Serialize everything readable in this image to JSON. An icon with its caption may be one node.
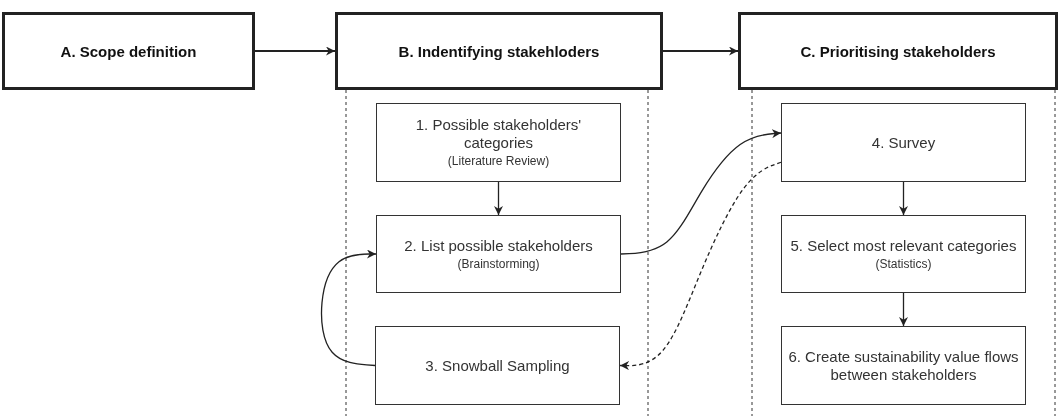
{
  "diagram": {
    "nodes": [
      {
        "text": [
          "A. Scope definition"
        ]
      },
      {
        "text": [
          "B. Indentifying stakehloders"
        ]
      },
      {
        "text": [
          "C. Prioritising stakeholders"
        ]
      },
      {
        "text": [
          "1. Possible stakeholders' categories",
          "(Literature Review)"
        ]
      },
      {
        "text": [
          "2. List possible stakeholders",
          "(Brainstorming)"
        ]
      },
      {
        "text": [
          "3. Snowball Sampling"
        ]
      },
      {
        "text": [
          "4. Survey"
        ]
      },
      {
        "text": [
          "5. Select most relevant categories",
          "(Statistics)"
        ]
      },
      {
        "text": [
          "6. Create sustainability value flows between stakeholders"
        ]
      }
    ],
    "edges": [
      {
        "from": 0,
        "to": 1,
        "arrow": "to"
      },
      {
        "from": 1,
        "to": 2,
        "arrow": "to"
      },
      {
        "from": 3,
        "to": 4,
        "arrow": "to"
      },
      {
        "from": 4,
        "to": 6,
        "arrow": "to"
      },
      {
        "from": 6,
        "to": 5,
        "arrow": "to",
        "style": "dashed"
      },
      {
        "from": 5,
        "to": 4,
        "arrow": "to"
      },
      {
        "from": 6,
        "to": 7,
        "arrow": "to"
      },
      {
        "from": 7,
        "to": 8,
        "arrow": "to"
      }
    ]
  }
}
